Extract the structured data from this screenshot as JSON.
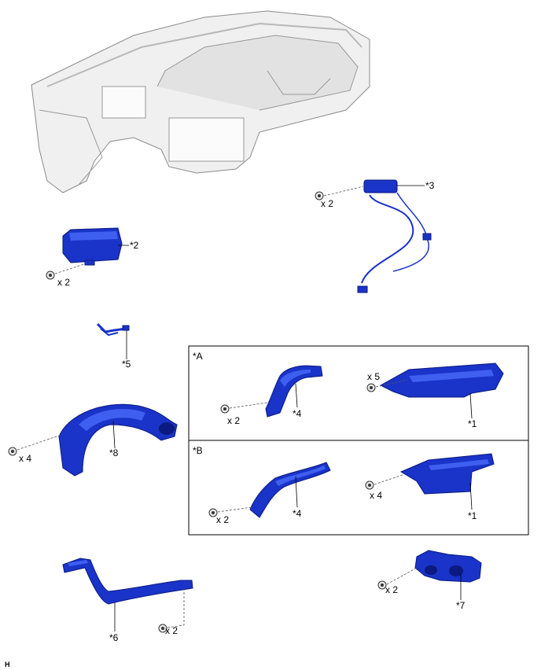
{
  "title": "",
  "parts": {
    "p1a": "*1",
    "p1b": "*1",
    "p2": "*2",
    "p3": "*3",
    "p4a": "*4",
    "p4b": "*4",
    "p5": "*5",
    "p6": "*6",
    "p7": "*7",
    "p8": "*8"
  },
  "variants": {
    "a": "*A",
    "b": "*B"
  },
  "qty": {
    "p2": "x 2",
    "p3": "x 2",
    "a4": "x 2",
    "a1": "x 5",
    "p8": "x 4",
    "b4": "x 2",
    "b1": "x 4",
    "p6": "x 2",
    "p7": "x 2"
  },
  "footer": "H",
  "colors": {
    "part": "#1a33c8",
    "frame": "#f0f0f0"
  }
}
